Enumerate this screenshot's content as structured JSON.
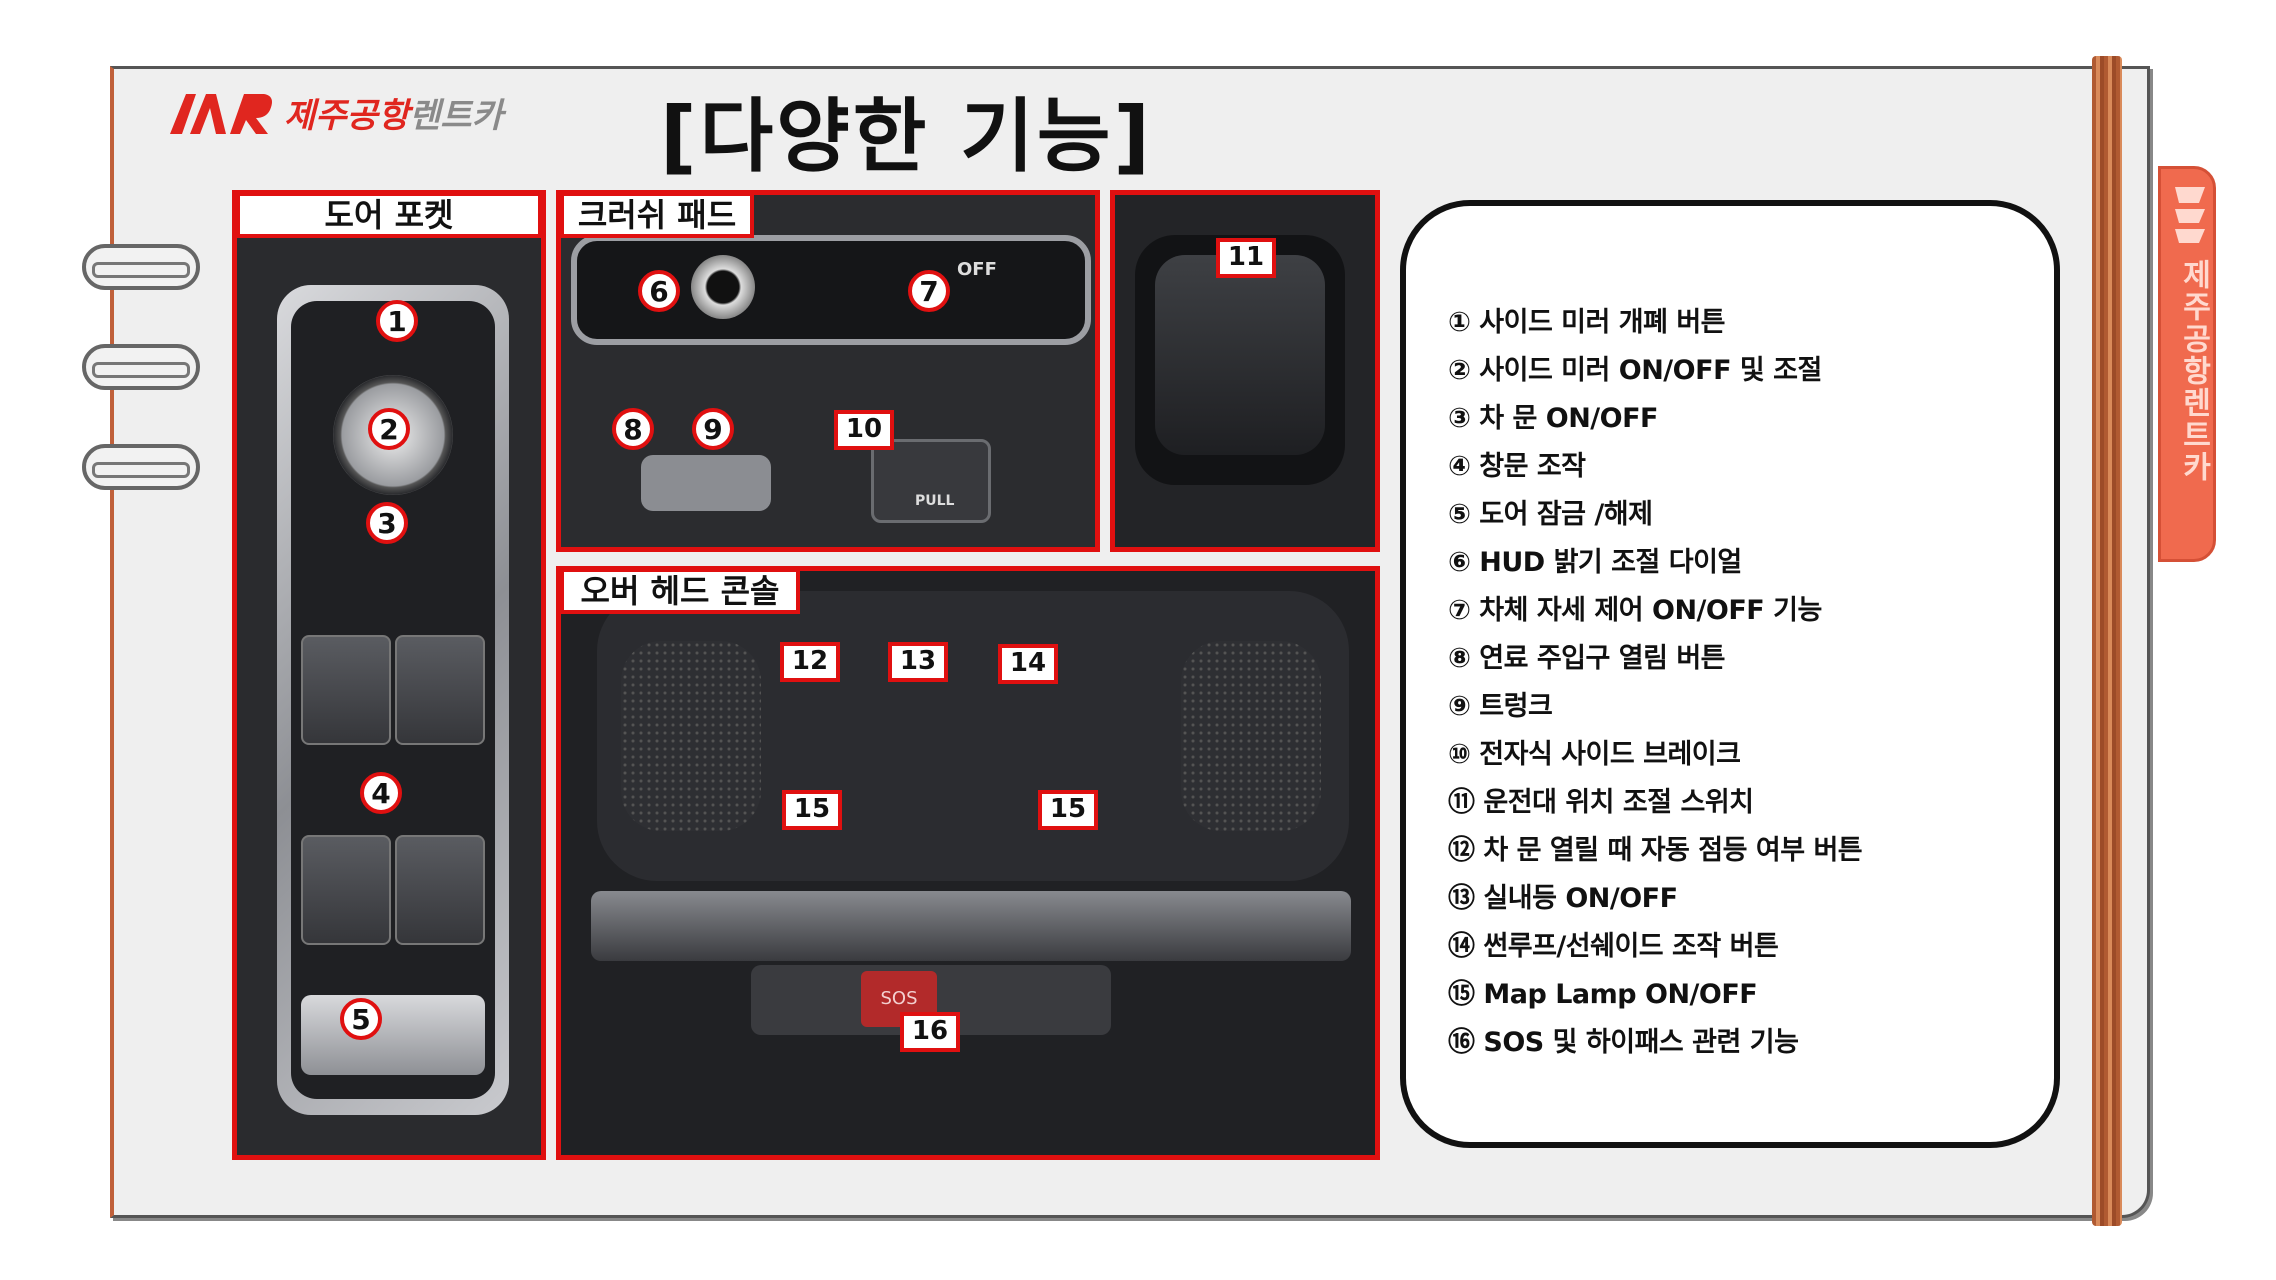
{
  "brand": {
    "name_red": "제주공항",
    "name_gray": "렌트카",
    "side_name": "제주공항렌트카"
  },
  "title": "[다양한 기능]",
  "panels": {
    "door": "도어 포켓",
    "crash": "크러쉬 패드",
    "overhead": "오버 헤드 콘솔"
  },
  "photo_text": {
    "off": "OFF",
    "pull": "PULL",
    "sos": "SOS"
  },
  "markers": {
    "m1": "1",
    "m2": "2",
    "m3": "3",
    "m4": "4",
    "m5": "5",
    "m6": "6",
    "m7": "7",
    "m8": "8",
    "m9": "9",
    "m10": "10",
    "m11": "11",
    "m12": "12",
    "m13": "13",
    "m14": "14",
    "m15a": "15",
    "m15b": "15",
    "m16": "16"
  },
  "legend": [
    "① 사이드 미러 개폐 버튼",
    "② 사이드 미러 ON/OFF 및 조절",
    "③ 차 문 ON/OFF",
    "④ 창문 조작",
    "⑤ 도어 잠금 /해제",
    "⑥ HUD 밝기 조절 다이얼",
    "⑦ 차체 자세 제어 ON/OFF 기능",
    "⑧ 연료 주입구 열림 버튼",
    "⑨ 트렁크",
    "⑩ 전자식 사이드 브레이크",
    "⑪ 운전대 위치 조절 스위치",
    "⑫ 차 문 열릴 때 자동 점등 여부 버튼",
    "⑬ 실내등 ON/OFF",
    "⑭ 썬루프/선쉐이드 조작 버튼",
    "⑮ Map Lamp ON/OFF",
    "⑯ SOS 및 하이패스 관련 기능"
  ],
  "colors": {
    "accent": "#e01010",
    "brand_red": "#e0261f",
    "tab": "#f06a4e"
  }
}
